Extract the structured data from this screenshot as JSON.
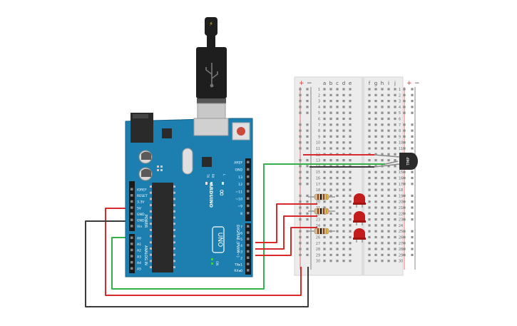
{
  "arduino": {
    "logo_symbol": "∞",
    "brand_label": "ARDUINO",
    "model_label": "UNO",
    "digital_header_label": "DIGITAL (PWM~)",
    "analog_header_label": "ANALOG IN",
    "power_header_label": "POWER",
    "on_label": "ON",
    "tx_label": "TX",
    "rx_label": "RX",
    "l_label": "L",
    "power_pins": [
      "IOREF",
      "RESET",
      "3.3V",
      "5V",
      "GND",
      "GND",
      "Vin"
    ],
    "analog_pins": [
      "A0",
      "A1",
      "A2",
      "A3",
      "A4",
      "A5"
    ],
    "digital_pins_top": [
      "AREF",
      "GND",
      "13",
      "12",
      "~11",
      "~10",
      "~9",
      "8"
    ],
    "digital_pins_bottom": [
      "7",
      "~6",
      "~5",
      "4",
      "~3",
      "2",
      "TX▸1",
      "RX◂0"
    ]
  },
  "breadboard": {
    "column_letters_left": [
      "a",
      "b",
      "c",
      "d",
      "e"
    ],
    "column_letters_right": [
      "f",
      "g",
      "h",
      "i",
      "j"
    ],
    "rail_plus": "+",
    "rail_minus": "−",
    "row_count": 30
  },
  "sensor": {
    "label": "TMP"
  },
  "usb_cable": {
    "tip_symbol": "⚡"
  },
  "colors": {
    "board_blue": "#1d7fb0",
    "wire_red": "#d82a2a",
    "wire_green": "#36b04a",
    "wire_black": "#3a3a3a",
    "led_red": "#c21c1c",
    "breadboard_bg": "#ececec"
  }
}
